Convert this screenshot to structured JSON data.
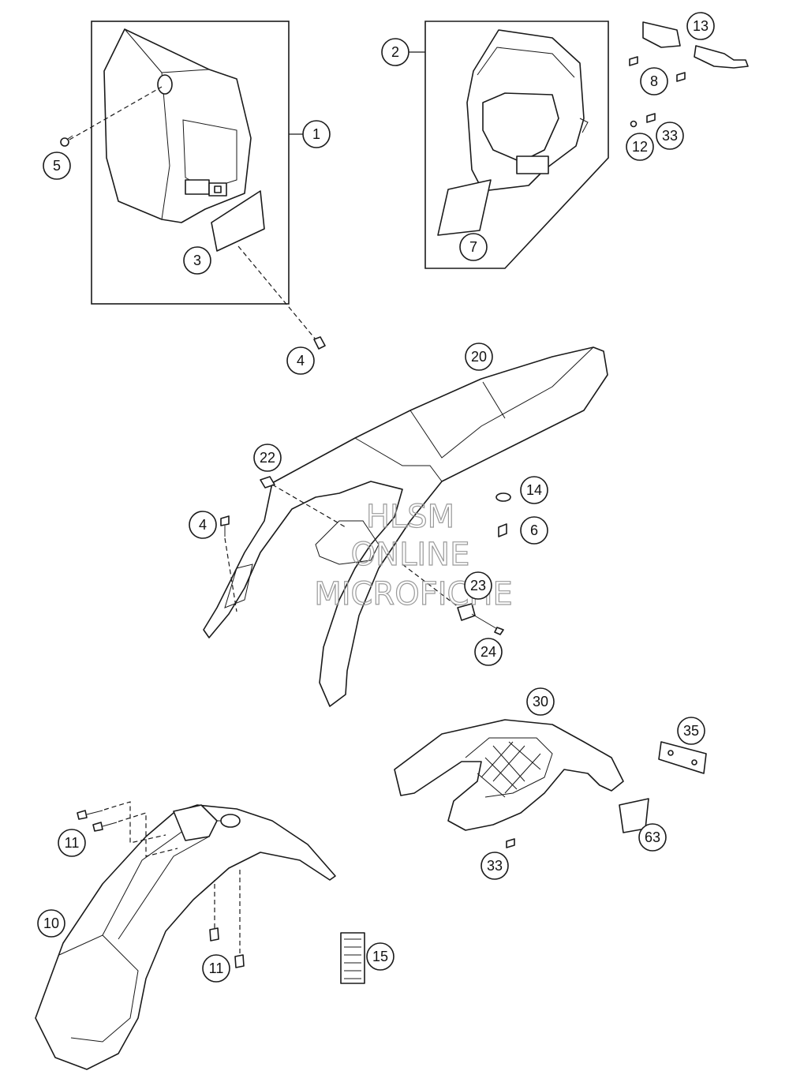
{
  "watermark": {
    "line1": "HLSM",
    "line2": "ONLINE",
    "line3": "MICROFICHE"
  },
  "callouts": {
    "c1": "1",
    "c2": "2",
    "c3": "3",
    "c4a": "4",
    "c4b": "4",
    "c5": "5",
    "c6": "6",
    "c7": "7",
    "c8": "8",
    "c10": "10",
    "c11a": "11",
    "c11b": "11",
    "c12": "12",
    "c13": "13",
    "c14": "14",
    "c15": "15",
    "c20": "20",
    "c22": "22",
    "c23": "23",
    "c24": "24",
    "c30": "30",
    "c33a": "33",
    "c33b": "33",
    "c35": "35",
    "c63": "63"
  }
}
